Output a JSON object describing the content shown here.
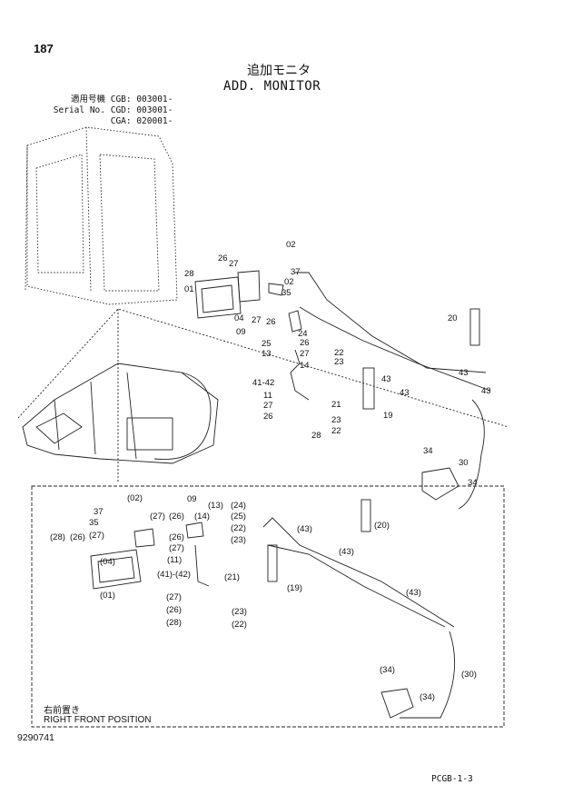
{
  "header": {
    "page_number": "187",
    "title_jp": "追加モニタ",
    "title_en": "ADD. MONITOR"
  },
  "serial_info": [
    {
      "label": "適用号機",
      "value": "CGB: 003001-"
    },
    {
      "label": "Serial No.",
      "value": "CGD: 003001-"
    },
    {
      "label": "",
      "value": "CGA: 020001-"
    }
  ],
  "callouts_main": [
    "02",
    "26",
    "27",
    "28",
    "37",
    "01",
    "02",
    "35",
    "04",
    "27",
    "26",
    "20",
    "09",
    "24",
    "25",
    "26",
    "13",
    "22",
    "27",
    "23",
    "14",
    "41-42",
    "43",
    "43",
    "11",
    "21",
    "43",
    "43",
    "27",
    "26",
    "23",
    "19",
    "22",
    "28",
    "34",
    "30",
    "34"
  ],
  "callouts_inset": [
    "(02)",
    "37",
    "35",
    "(28)",
    "(26)",
    "(27)",
    "(04)",
    "(01)",
    "09",
    "(27)",
    "(26)",
    "(14)",
    "(13)",
    "(24)",
    "(25)",
    "(22)",
    "(26)",
    "(23)",
    "(27)",
    "(11)",
    "(41)-(42)",
    "(20)",
    "(43)",
    "(43)",
    "(21)",
    "(19)",
    "(43)",
    "(27)",
    "(26)",
    "(28)",
    "(23)",
    "(22)",
    "(34)",
    "(30)",
    "(34)"
  ],
  "inset": {
    "position_jp": "右前置き",
    "position_en": "RIGHT FRONT POSITION"
  },
  "footer": {
    "doc_number": "9290741",
    "code": "PCGB-1-3"
  }
}
